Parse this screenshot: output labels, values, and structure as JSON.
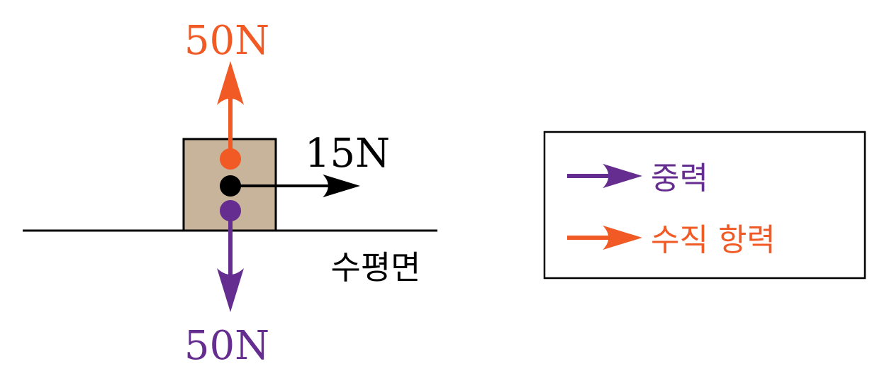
{
  "colors": {
    "gravity": "#662d91",
    "normal": "#f15a24",
    "applied": "#000000",
    "block_fill": "#c8b39b"
  },
  "forces": {
    "normal_label": "50N",
    "gravity_label": "50N",
    "applied_label": "15N"
  },
  "surface_label": "수평면",
  "legend": {
    "items": [
      {
        "label": "중력"
      },
      {
        "label": "수직 항력"
      }
    ]
  }
}
